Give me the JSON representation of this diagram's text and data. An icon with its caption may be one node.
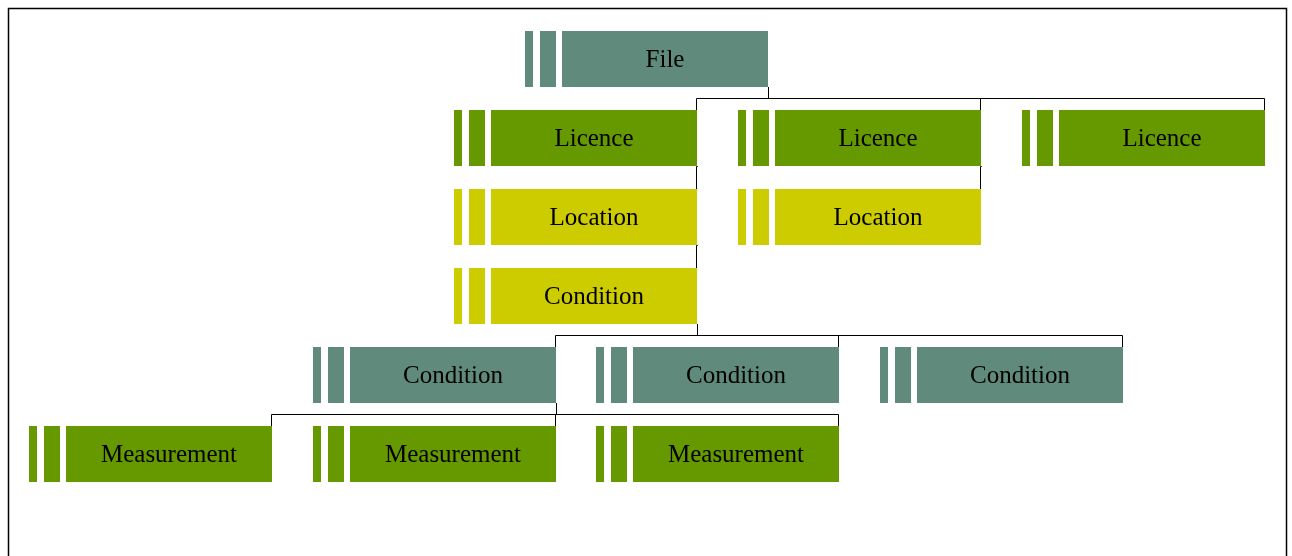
{
  "diagram": {
    "nodes": [
      {
        "text": [
          "File"
        ]
      },
      {
        "text": [
          "Licence"
        ]
      },
      {
        "text": [
          "Licence"
        ]
      },
      {
        "text": [
          "Licence"
        ]
      },
      {
        "text": [
          "Location"
        ]
      },
      {
        "text": [
          "Location"
        ]
      },
      {
        "text": [
          "Condition"
        ]
      },
      {
        "text": [
          "Condition"
        ]
      },
      {
        "text": [
          "Condition"
        ]
      },
      {
        "text": [
          "Condition"
        ]
      },
      {
        "text": [
          "Measurement"
        ]
      },
      {
        "text": [
          "Measurement"
        ]
      },
      {
        "text": [
          "Measurement"
        ]
      }
    ],
    "edges": [
      {
        "from": 0,
        "to": 1,
        "arrow": "none"
      },
      {
        "from": 0,
        "to": 2,
        "arrow": "none"
      },
      {
        "from": 0,
        "to": 3,
        "arrow": "none"
      },
      {
        "from": 1,
        "to": 4,
        "arrow": "none"
      },
      {
        "from": 2,
        "to": 5,
        "arrow": "none"
      },
      {
        "from": 4,
        "to": 6,
        "arrow": "none"
      },
      {
        "from": 6,
        "to": 7,
        "arrow": "none"
      },
      {
        "from": 6,
        "to": 8,
        "arrow": "none"
      },
      {
        "from": 6,
        "to": 9,
        "arrow": "none"
      },
      {
        "from": 7,
        "to": 10,
        "arrow": "none"
      },
      {
        "from": 7,
        "to": 11,
        "arrow": "none"
      },
      {
        "from": 7,
        "to": 12,
        "arrow": "none"
      }
    ]
  }
}
